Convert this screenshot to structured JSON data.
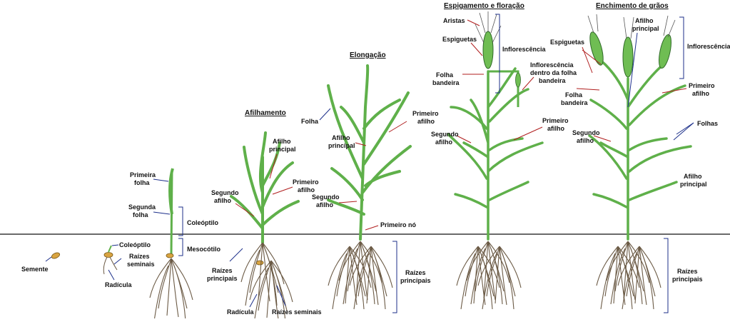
{
  "stages": {
    "afilhamento": "Afilhamento",
    "elongacao": "Elongação",
    "espigamento": "Espigamento e floração",
    "enchimento": "Enchimento de grãos"
  },
  "labels": {
    "semente": "Semente",
    "coleoptilo_seed": "Coleóptilo",
    "raizes_seminais_seed_1": "Raízes",
    "raizes_seminais_seed_2": "seminais",
    "radicula_seed": "Radícula",
    "primeira_folha_1": "Primeira",
    "primeira_folha_2": "folha",
    "segunda_folha_1": "Segunda",
    "segunda_folha_2": "folha",
    "coleoptilo": "Coleóptilo",
    "mesocotilo": "Mesocótilo",
    "afilho_principal_1_1": "Afilho",
    "afilho_principal_1_2": "principal",
    "primeiro_afilho_1_1": "Primeiro",
    "primeiro_afilho_1_2": "afilho",
    "segundo_afilho_1_1": "Segundo",
    "segundo_afilho_1_2": "afilho",
    "raizes_principais_1_1": "Raízes",
    "raizes_principais_1_2": "principais",
    "radicula_2": "Radícula",
    "raizes_seminais_2": "Raízes seminais",
    "folha": "Folha",
    "afilho_principal_2_1": "Afilho",
    "afilho_principal_2_2": "principal",
    "primeiro_afilho_2_1": "Primeiro",
    "primeiro_afilho_2_2": "afilho",
    "segundo_afilho_2_1": "Segundo",
    "segundo_afilho_2_2": "afilho",
    "primeiro_no": "Primeiro nó",
    "raizes_principais_2_1": "Raízes",
    "raizes_principais_2_2": "principais",
    "aristas": "Aristas",
    "espiguetas_3": "Espiguetas",
    "inflorescencia_3": "Inflorescência",
    "folha_bandeira_3_1": "Folha",
    "folha_bandeira_3_2": "bandeira",
    "infl_dentro_1": "Inflorescência",
    "infl_dentro_2": "dentro da folha",
    "infl_dentro_3": "bandeira",
    "primeiro_afilho_3_1": "Primeiro",
    "primeiro_afilho_3_2": "afilho",
    "segundo_afilho_3_1": "Segundo",
    "segundo_afilho_3_2": "afilho",
    "espiguetas_4": "Espiguetas",
    "afilho_principal_4_1": "Afilho",
    "afilho_principal_4_2": "principal",
    "inflorescencia_4": "Inflorescência",
    "folha_bandeira_4_1": "Folha",
    "folha_bandeira_4_2": "bandeira",
    "primeiro_afilho_4_1": "Primeiro",
    "primeiro_afilho_4_2": "afilho",
    "folhas": "Folhas",
    "segundo_afilho_4_1": "Segundo",
    "segundo_afilho_4_2": "afilho",
    "afilho_principal_4b_1": "Afilho",
    "afilho_principal_4b_2": "principal",
    "raizes_principais_4_1": "Raízes",
    "raizes_principais_4_2": "principais"
  },
  "colors": {
    "leaf": "#5fb04a",
    "leaf_dark": "#2f6a28",
    "root": "#6b5a45",
    "seed": "#d9a441",
    "leader_red": "#b01e1e",
    "leader_blue": "#1c2f8a",
    "ground": "#111111"
  }
}
